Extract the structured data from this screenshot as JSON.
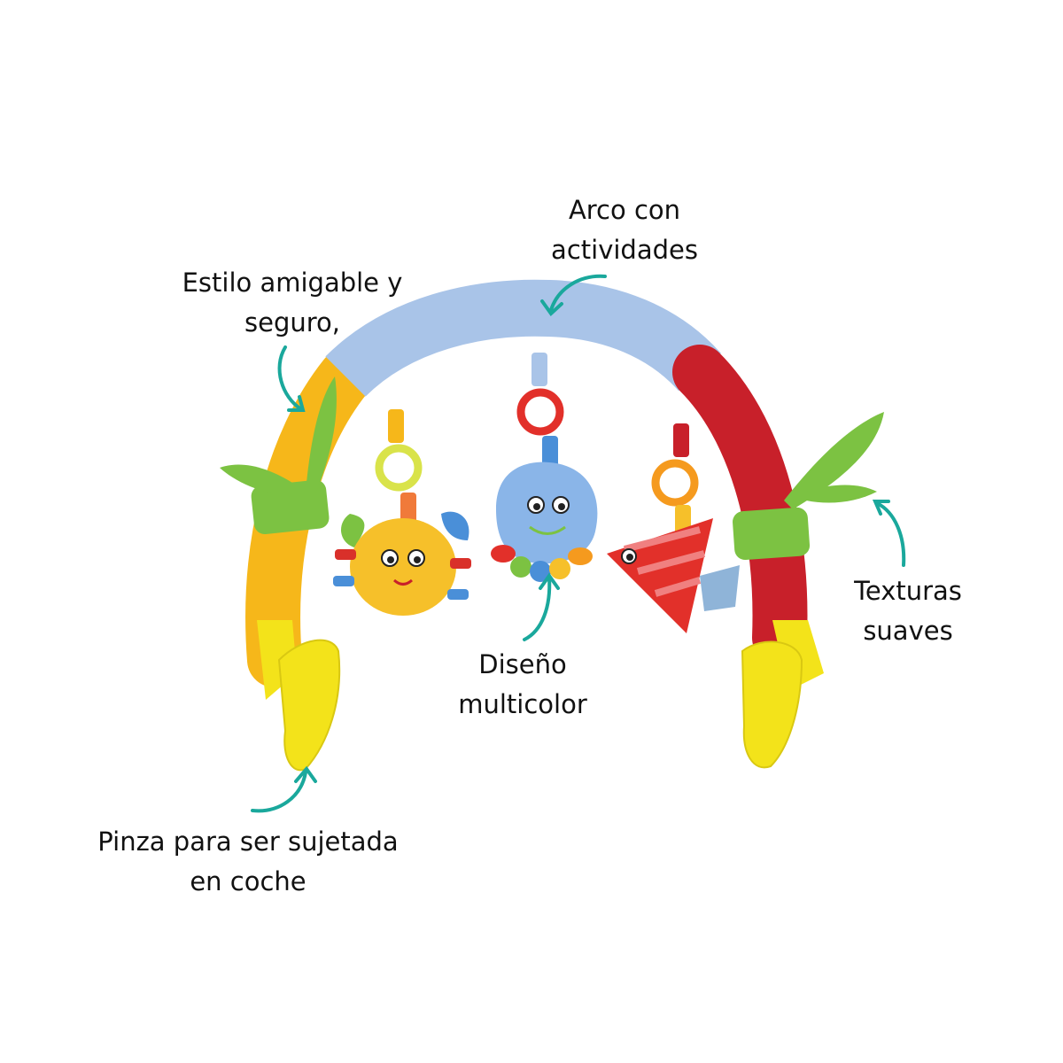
{
  "annotations": {
    "arco": {
      "line1": "Arco con",
      "line2": "actividades"
    },
    "estilo": {
      "line1": "Estilo amigable y",
      "line2": "seguro,"
    },
    "texturas": {
      "line1": "Texturas",
      "line2": "suaves"
    },
    "diseno": {
      "line1": "Diseño",
      "line2": "multicolor"
    },
    "pinza": {
      "line1": "Pinza para ser sujetada",
      "line2": "en coche"
    }
  },
  "colors": {
    "arrow": "#1aa89c",
    "arch_yellow": "#f6b71a",
    "arch_blue": "#a9c4e8",
    "arch_red": "#c8202a",
    "leaf_green": "#7cc242",
    "clip_yellow": "#f3e31a",
    "ring_red": "#e2302a",
    "ring_yellow": "#d9e34a",
    "ring_orange": "#f59a1e"
  }
}
